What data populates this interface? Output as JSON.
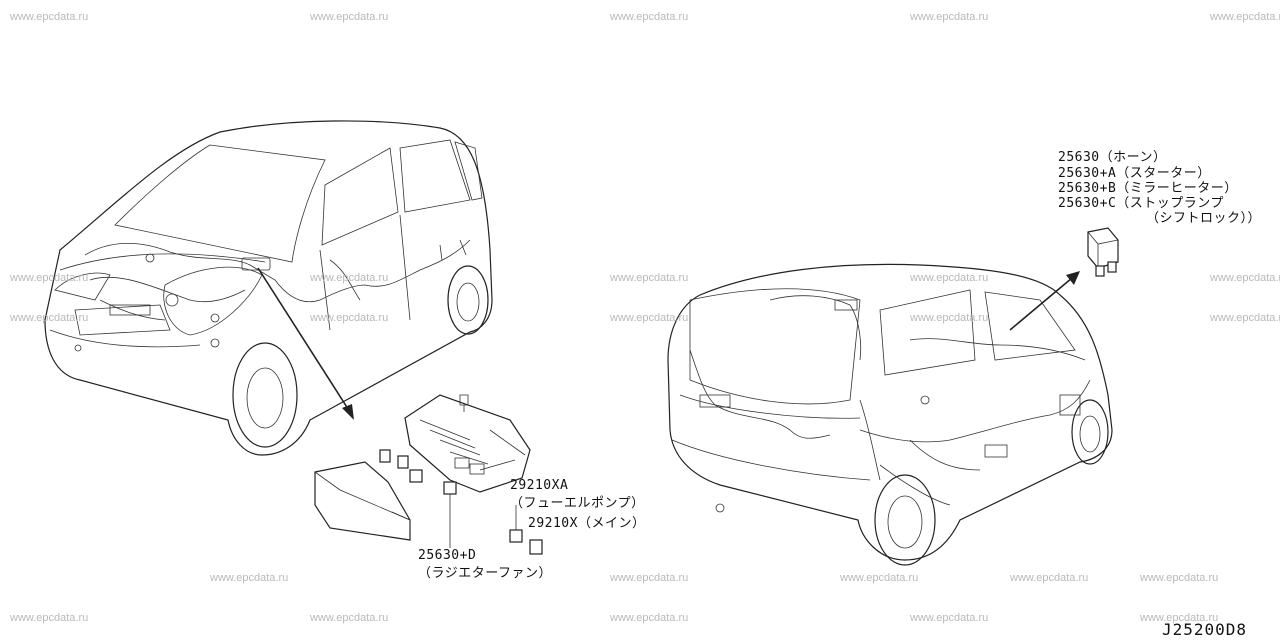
{
  "watermarks": {
    "text": "www.epcdata.ru",
    "rows": [
      [
        "www.epcdata.ru",
        "www.epcdata.ru",
        "www.epcdata.ru",
        "www.epcdata.ru",
        "www.epcdata.ru"
      ],
      [
        "www.epcdata.ru",
        "www.epcdata.ru",
        "www.epcdata.ru",
        "www.epcdata.ru",
        "www.epcdata.ru"
      ],
      [
        "www.epcdata.ru",
        "www.epcdata.ru",
        "www.epcdata.ru",
        "www.epcdata.ru",
        "www.epcdata.ru"
      ],
      [
        "www.epcdata.ru",
        "www.epcdata.ru",
        "www.epcdata.ru",
        "www.epcdata.ru",
        "www.epcdata.ru"
      ],
      [
        "www.epcdata.ru",
        "www.epcdata.ru",
        "www.epcdata.ru",
        "www.epcdata.ru",
        "www.epcdata.ru"
      ]
    ]
  },
  "labels": {
    "relay_horn": "25630（ホーン）",
    "relay_starter": "25630+A（スターター）",
    "relay_mirror": "25630+B（ミラーヒーター）",
    "relay_stop1": "25630+C（ストップランプ",
    "relay_stop2": "（シフトロック））",
    "fuel_pump_code": "29210XA",
    "fuel_pump_name": "（フューエルポンプ）",
    "main_relay": "29210X（メイン）",
    "radiator_code": "25630+D",
    "radiator_name": "（ラジエターファン）"
  },
  "diagram_code": "J25200D8",
  "colors": {
    "line": "#222222",
    "watermark": "#b9b9b9"
  }
}
